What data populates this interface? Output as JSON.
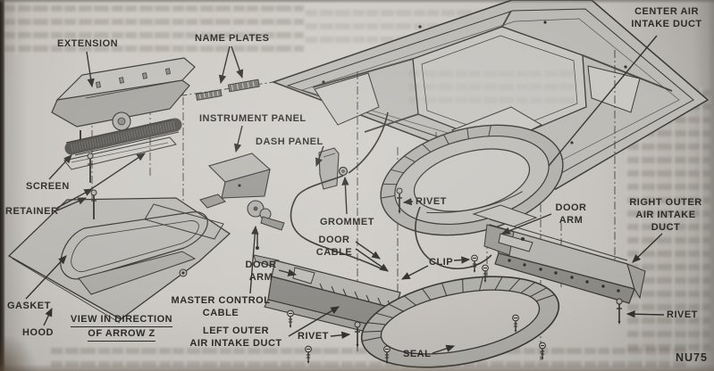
{
  "page": {
    "paper_color": "#c6c3be",
    "ink_color": "#34322e",
    "figure_code": "NU75"
  },
  "labels": {
    "extension": "EXTENSION",
    "name_plates": "NAME PLATES",
    "instrument_panel": "INSTRUMENT PANEL",
    "dash_panel": "DASH PANEL",
    "center_air_intake_duct": [
      "CENTER AIR",
      "INTAKE DUCT"
    ],
    "screen": "SCREEN",
    "retainer": "RETAINER",
    "grommet": "GROMMET",
    "door_cable": [
      "DOOR",
      "CABLE"
    ],
    "door_arm_left": [
      "DOOR",
      "ARM"
    ],
    "master_control_cable": [
      "MASTER CONTROL",
      "CABLE"
    ],
    "left_outer_air_intake_duct": [
      "LEFT OUTER",
      "AIR INTAKE DUCT"
    ],
    "rivet_left": "RIVET",
    "rivet_mid": "RIVET",
    "rivet_right": "RIVET",
    "gasket": "GASKET",
    "hood": "HOOD",
    "view_note": [
      "VIEW IN DIRECTION",
      "OF ARROW Z"
    ],
    "door_arm_right": [
      "DOOR",
      "ARM"
    ],
    "right_outer_air_intake_duct": [
      "RIGHT OUTER",
      "AIR INTAKE",
      "DUCT"
    ],
    "clip": "CLIP",
    "seal": "SEAL"
  }
}
